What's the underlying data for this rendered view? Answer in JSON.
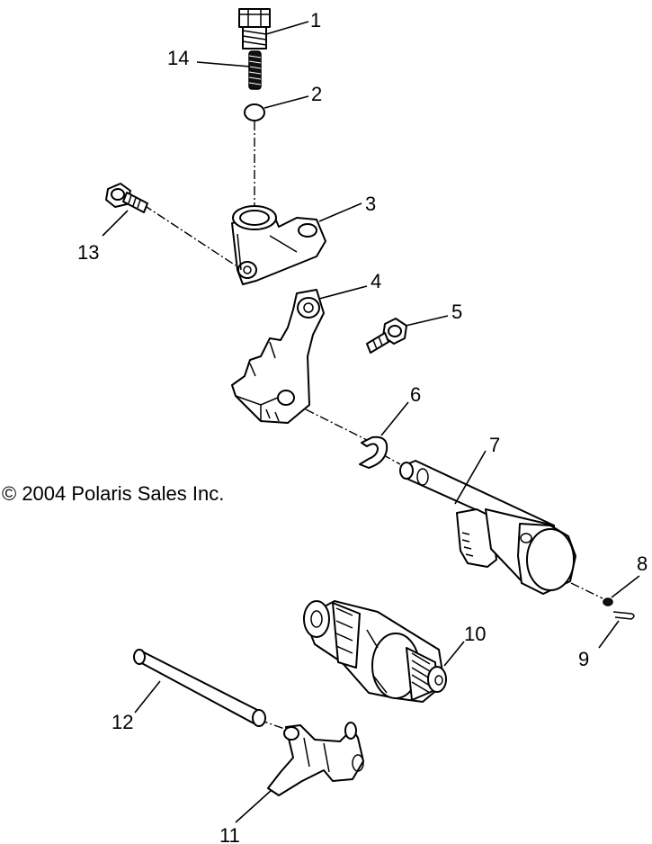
{
  "copyright": "© 2004 Polaris Sales Inc.",
  "callouts": [
    "1",
    "14",
    "2",
    "3",
    "13",
    "4",
    "5",
    "6",
    "7",
    "8",
    "9",
    "10",
    "12",
    "11"
  ]
}
